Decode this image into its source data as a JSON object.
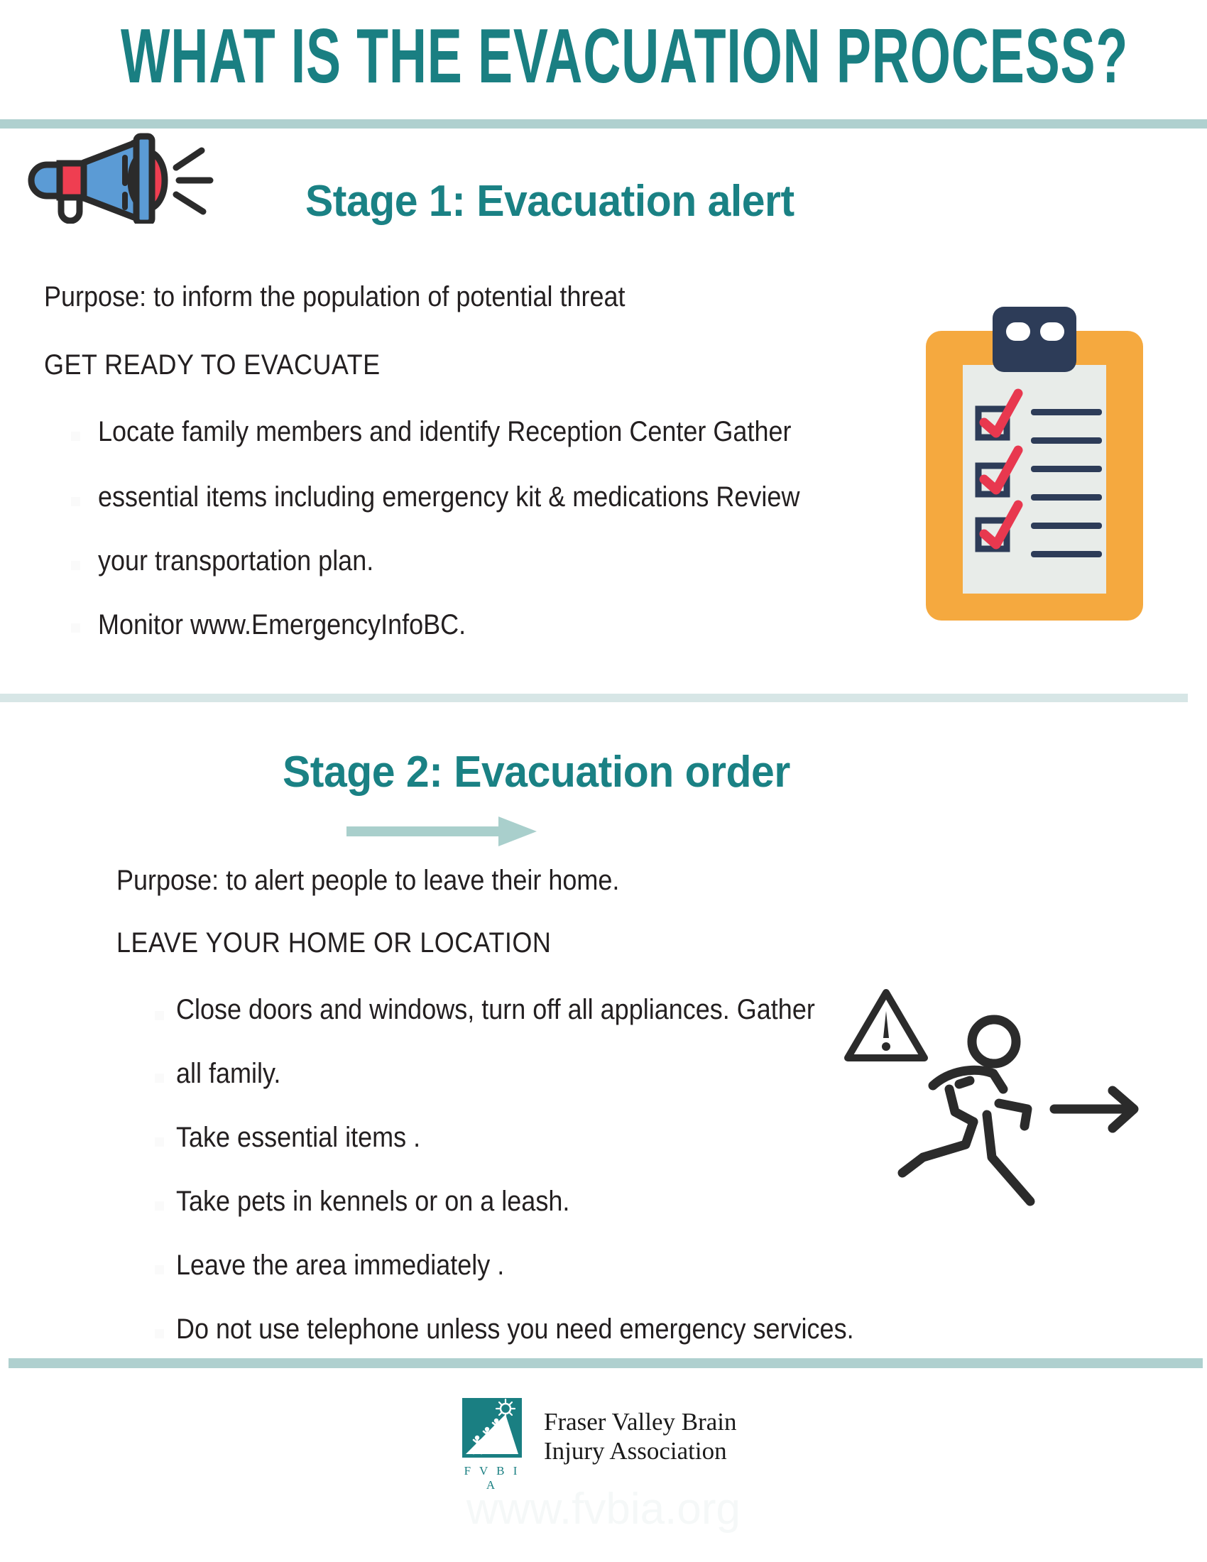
{
  "page": {
    "title": "WHAT IS THE EVACUATION PROCESS?",
    "watermark": "www.fvbia.org"
  },
  "colors": {
    "teal_title": "#1A7F82",
    "teal_heading": "#1A8184",
    "divider": "#AFD0CF",
    "divider_light": "#D7E6E6",
    "clipboard_orange": "#F5A93F",
    "clipboard_navy": "#2D3C58",
    "clipboard_paper": "#E8ECE9",
    "check_red": "#E8384F",
    "megaphone_blue": "#5B9BD5",
    "megaphone_red": "#EF3E51",
    "outline_dark": "#2B2B2B",
    "arrow_teal": "#A9CFCC",
    "body_text": "#231F20"
  },
  "stage1": {
    "icon": "megaphone-icon",
    "heading": "Stage 1: Evacuation alert",
    "purpose": "Purpose: to inform the population of potential threat",
    "directive": "GET READY TO EVACUATE",
    "bullets": [
      "Locate family members and identify Reception Center Gather",
      "essential items including emergency kit & medications Review",
      "your transportation plan.",
      "Monitor www.EmergencyInfoBC."
    ],
    "illustration": "clipboard-checklist-icon"
  },
  "stage2": {
    "heading": "Stage 2: Evacuation order",
    "arrow": "right-arrow-icon",
    "purpose": "Purpose: to alert people to leave their home.",
    "directive": "LEAVE YOUR HOME OR LOCATION",
    "bullets": [
      "Close doors and windows, turn off all appliances.  Gather",
      "all family.",
      "Take essential items .",
      "Take pets in kennels or on a leash.",
      "Leave the area immediately .",
      "Do not use telephone unless you need emergency services."
    ],
    "illustrations": [
      "warning-triangle-icon",
      "running-person-icon",
      "exit-arrow-icon"
    ]
  },
  "footer": {
    "logo_caption": "F V B I A",
    "org_line1": "Fraser Valley Brain",
    "org_line2": "Injury Association"
  }
}
